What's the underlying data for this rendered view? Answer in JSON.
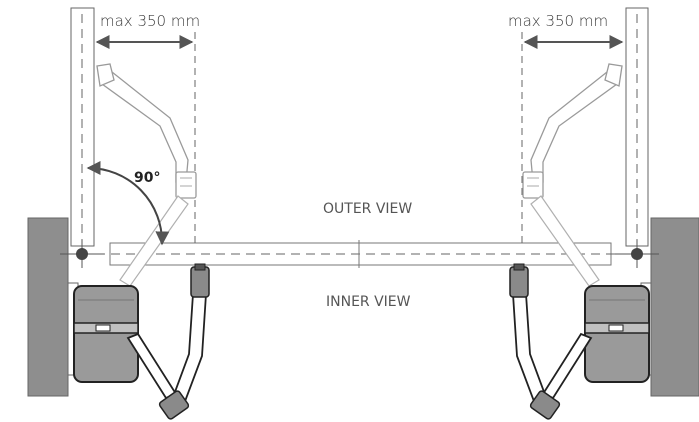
{
  "labels": {
    "max_left": "max 350 mm",
    "max_right": "max 350 mm",
    "angle": "90°",
    "outer_view": "OUTER VIEW",
    "inner_view": "INNER VIEW"
  },
  "colors": {
    "wall": "#8e8e8e",
    "motor": "#9a9a9a",
    "line": "#555555",
    "arm": "#d0d0d0",
    "pivot": "#444444"
  }
}
